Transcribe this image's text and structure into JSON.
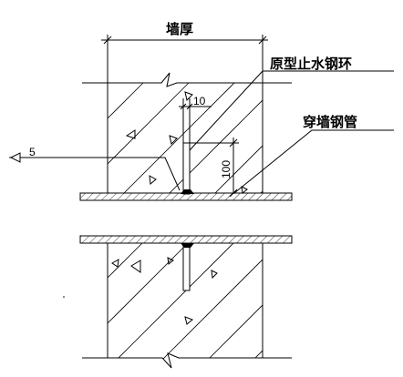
{
  "labels": {
    "wall_thickness": "墙厚",
    "water_stop_ring": "原型止水钢环",
    "wall_pipe": "穿墙钢管",
    "dim_ring_thickness": "10",
    "dim_ring_height": "100",
    "section_mark": "5"
  }
}
